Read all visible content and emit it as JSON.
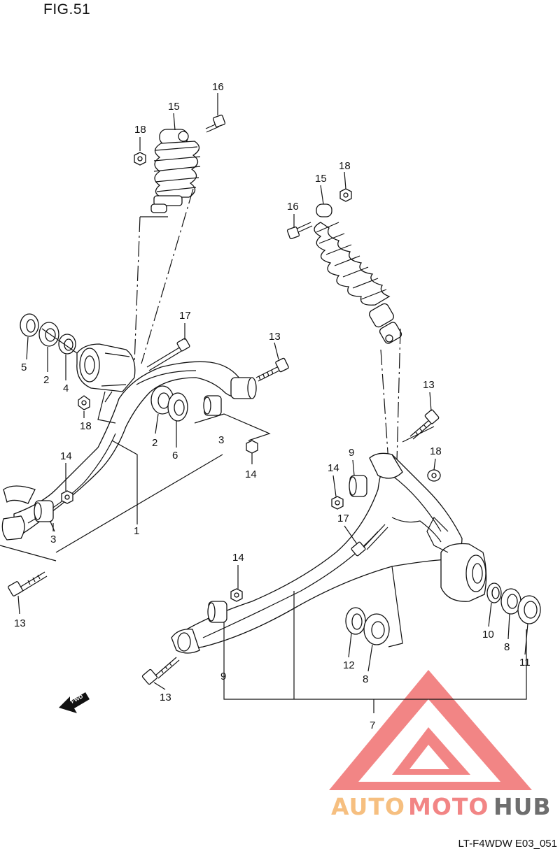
{
  "figure": {
    "title": "FIG.51",
    "code": "LT-F4WDW E03_051"
  },
  "direction": {
    "label": "FWD"
  },
  "callouts": [
    {
      "id": "c16a",
      "num": "16"
    },
    {
      "id": "c15a",
      "num": "15"
    },
    {
      "id": "c18a",
      "num": "18"
    },
    {
      "id": "c17a",
      "num": "17"
    },
    {
      "id": "c5",
      "num": "5"
    },
    {
      "id": "c2a",
      "num": "2"
    },
    {
      "id": "c4",
      "num": "4"
    },
    {
      "id": "c18b",
      "num": "18"
    },
    {
      "id": "c13a",
      "num": "13"
    },
    {
      "id": "c2b",
      "num": "2"
    },
    {
      "id": "c6",
      "num": "6"
    },
    {
      "id": "c3a",
      "num": "3"
    },
    {
      "id": "c14a",
      "num": "14"
    },
    {
      "id": "c14b",
      "num": "14"
    },
    {
      "id": "c3b",
      "num": "3"
    },
    {
      "id": "c1",
      "num": "1"
    },
    {
      "id": "c13b",
      "num": "13"
    },
    {
      "id": "c18c",
      "num": "18"
    },
    {
      "id": "c15b",
      "num": "15"
    },
    {
      "id": "c16b",
      "num": "16"
    },
    {
      "id": "c13c",
      "num": "13"
    },
    {
      "id": "c9a",
      "num": "9"
    },
    {
      "id": "c14c",
      "num": "14"
    },
    {
      "id": "c18d",
      "num": "18"
    },
    {
      "id": "c17b",
      "num": "17"
    },
    {
      "id": "c14d",
      "num": "14"
    },
    {
      "id": "c10",
      "num": "10"
    },
    {
      "id": "c8a",
      "num": "8"
    },
    {
      "id": "c11",
      "num": "11"
    },
    {
      "id": "c12",
      "num": "12"
    },
    {
      "id": "c8b",
      "num": "8"
    },
    {
      "id": "c9b",
      "num": "9"
    },
    {
      "id": "c13d",
      "num": "13"
    },
    {
      "id": "c7",
      "num": "7"
    }
  ],
  "watermark": {
    "part1": "AUTO",
    "part2": "MOTO",
    "part3": "HUB",
    "color_primary": "#f07070",
    "color_secondary": "#f5b46a",
    "color_dark": "#555555"
  }
}
